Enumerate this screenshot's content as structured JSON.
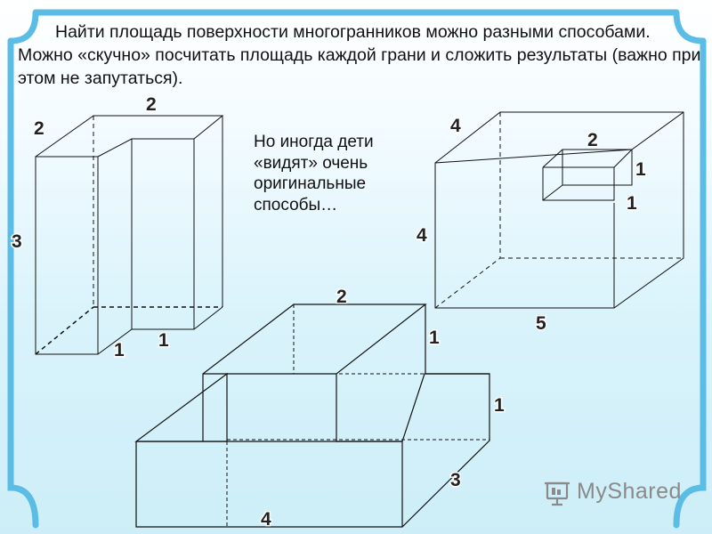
{
  "intro_text": "Найти площадь поверхности многогранников можно разными способами. Можно «скучно» посчитать площадь каждой грани и сложить результаты (важно при этом не запутаться).",
  "note_text": "Но иногда дети «видят» очень оригинальные способы…",
  "logo_text": "MyShared",
  "colors": {
    "frame": "#5bbde5",
    "lines": "#111111",
    "background": "#d9f3fb"
  },
  "figures": {
    "left_prism": {
      "labels": [
        "2",
        "2",
        "3",
        "1",
        "1"
      ]
    },
    "notched_cube": {
      "labels": [
        "4",
        "2",
        "1",
        "1",
        "4",
        "5"
      ]
    },
    "steps": {
      "labels": [
        "2",
        "1",
        "1",
        "3",
        "4"
      ]
    }
  }
}
